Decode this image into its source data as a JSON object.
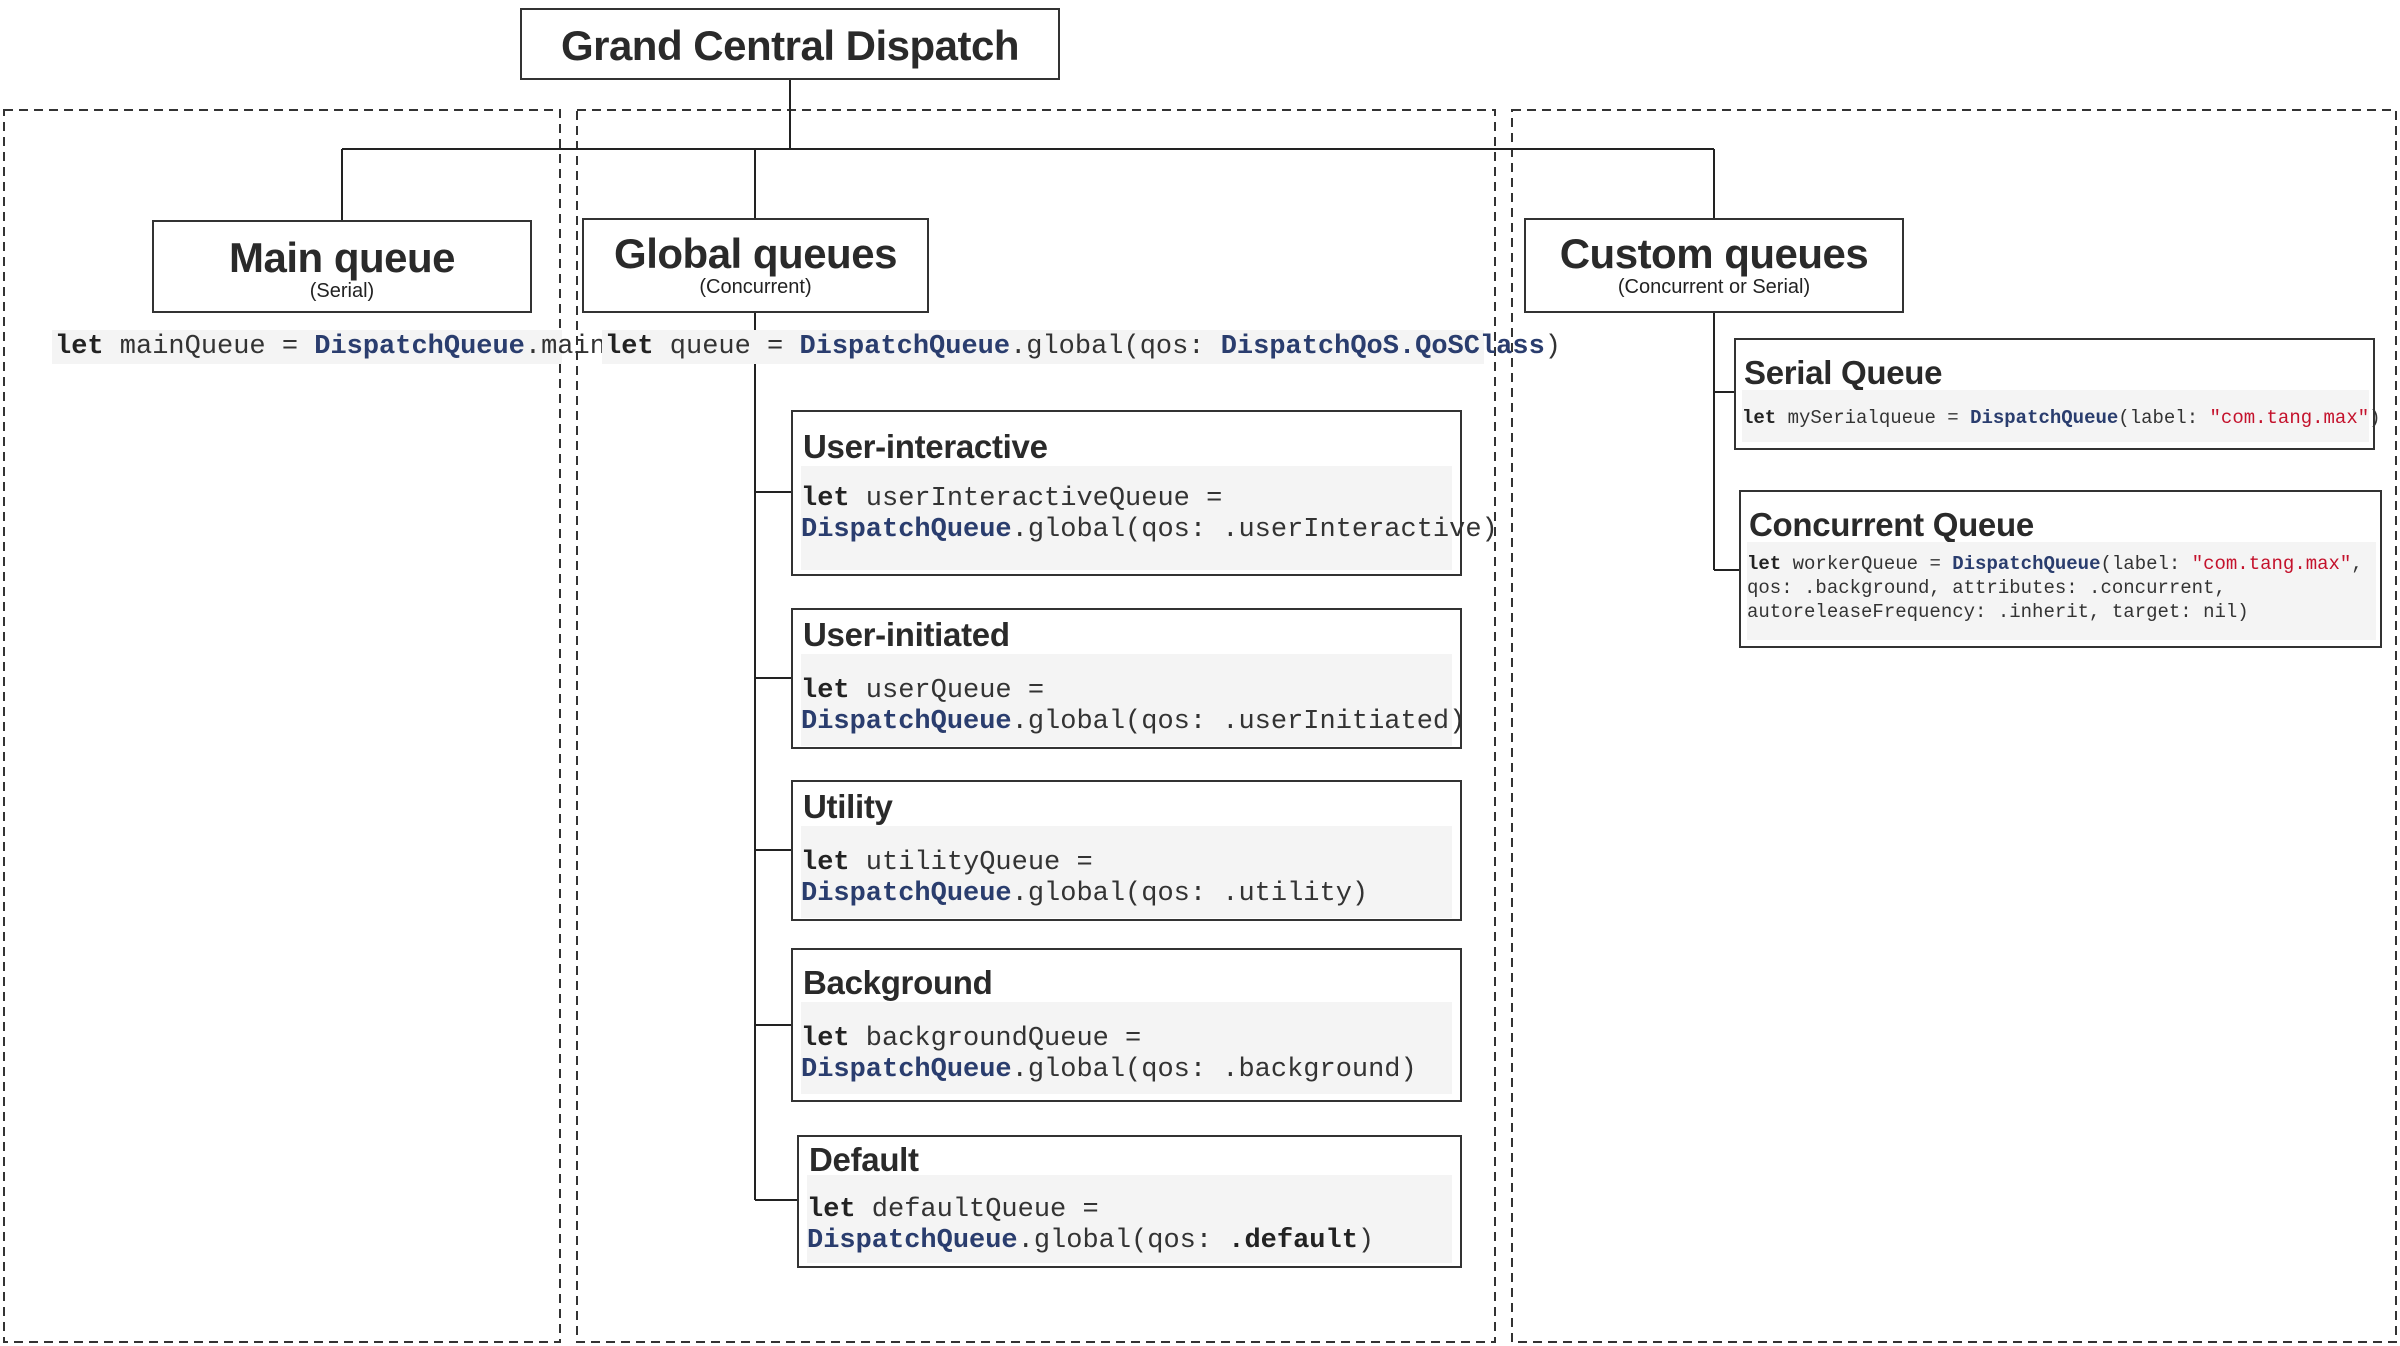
{
  "root": {
    "title": "Grand Central Dispatch"
  },
  "main": {
    "title": "Main queue",
    "subtitle": "(Serial)",
    "code": {
      "kw": "let",
      "a": " mainQueue = ",
      "type": "DispatchQueue",
      "b": ".main"
    }
  },
  "global": {
    "title": "Global queues",
    "subtitle": "(Concurrent)",
    "code": {
      "kw": "let",
      "a": " queue = ",
      "type1": "DispatchQueue",
      "b": ".global(qos: ",
      "type2": "DispatchQoS",
      "dot": ".",
      "type3": "QoSClass",
      "c": ")"
    },
    "queues": [
      {
        "title": "User-interactive",
        "kw": "let",
        "l1": " userInteractiveQueue =",
        "type": "DispatchQueue",
        "l2": ".global(qos: .userInteractive)"
      },
      {
        "title": "User-initiated",
        "kw": "let",
        "l1": " userQueue =",
        "type": "DispatchQueue",
        "l2": ".global(qos: .userInitiated)"
      },
      {
        "title": "Utility",
        "kw": "let",
        "l1": " utilityQueue =",
        "type": "DispatchQueue",
        "l2": ".global(qos: .utility)"
      },
      {
        "title": "Background",
        "kw": "let",
        "l1": " backgroundQueue =",
        "type": "DispatchQueue",
        "l2": ".global(qos: .background)"
      },
      {
        "title": "Default",
        "kw": "let",
        "l1": " defaultQueue =",
        "type": "DispatchQueue",
        "l2a": ".global(qos: ",
        "l2b": ".default",
        "l2c": ")"
      }
    ]
  },
  "custom": {
    "title": "Custom queues",
    "subtitle": "(Concurrent or Serial)",
    "serial": {
      "title": "Serial Queue",
      "kw": "let",
      "a": " mySerialqueue = ",
      "type": "DispatchQueue",
      "b": "(label: ",
      "str": "\"com.tang.max\"",
      "c": ")"
    },
    "concurrent": {
      "title": "Concurrent Queue",
      "kw": "let",
      "a": " workerQueue = ",
      "type": "DispatchQueue",
      "b": "(label: ",
      "str": "\"com.tang.max\"",
      "c": ",",
      "line2": "qos: .background, attributes: .concurrent,",
      "line3": "autoreleaseFrequency: .inherit, target: nil)"
    }
  },
  "colors": {
    "type": "#2a3d6e",
    "string": "#c4122c",
    "border": "#333333",
    "code_bg": "#f4f4f4"
  }
}
